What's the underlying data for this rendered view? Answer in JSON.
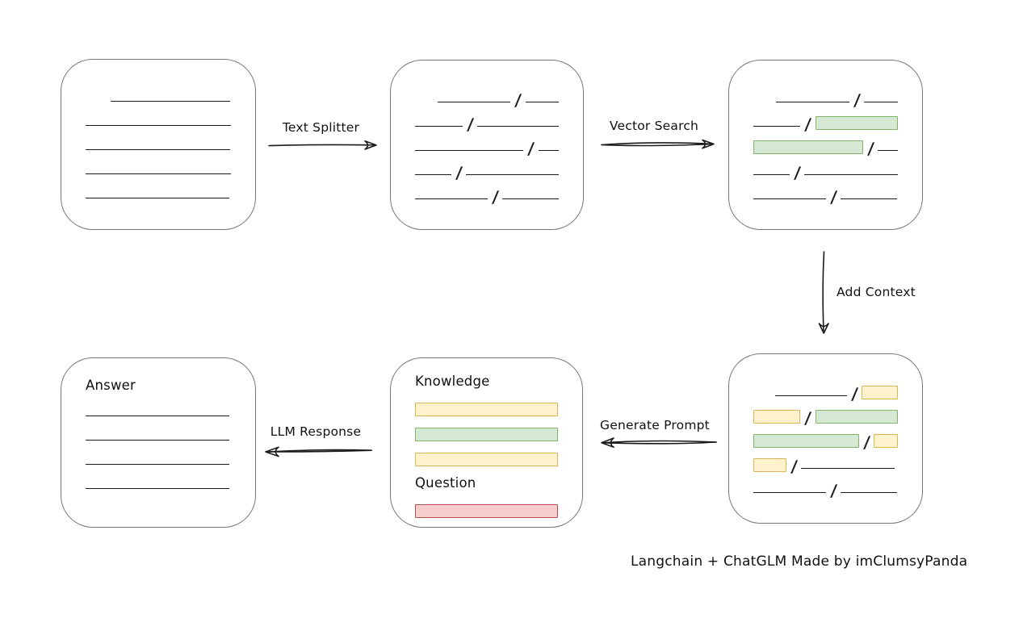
{
  "caption": "Langchain + ChatGLM Made by imClumsyPanda",
  "glyphs": {
    "slash": "/"
  },
  "colors": {
    "canvas_bg": "#ffffff",
    "box_border": "#767676",
    "stroke": "#1b1b1b",
    "green_fill": "#d5e8d4",
    "green_stroke": "#82b366",
    "yellow_fill": "#fff2cc",
    "yellow_stroke": "#d6b656",
    "red_fill": "#f8cecc",
    "red_stroke": "#b85450"
  },
  "arrows": {
    "text_splitter": {
      "label": "Text Splitter",
      "direction": "right"
    },
    "vector_search": {
      "label": "Vector Search",
      "direction": "right"
    },
    "add_context": {
      "label": "Add Context",
      "direction": "down"
    },
    "generate_prompt": {
      "label": "Generate Prompt",
      "direction": "left"
    },
    "llm_response": {
      "label": "LLM Response",
      "direction": "left"
    }
  },
  "boxes": {
    "source_document": {
      "rows": [
        [
          {
            "k": "indent",
            "w": 31
          },
          {
            "k": "line",
            "w": 148
          }
        ],
        [
          {
            "k": "line",
            "w": 180
          }
        ],
        [
          {
            "k": "line",
            "w": 179
          }
        ],
        [
          {
            "k": "line",
            "w": 180
          }
        ],
        [
          {
            "k": "line",
            "w": 178
          }
        ]
      ]
    },
    "split_chunks": {
      "rows": [
        [
          {
            "k": "indent",
            "w": 28
          },
          {
            "k": "line",
            "w": 92
          },
          {
            "k": "slash"
          },
          {
            "k": "line",
            "w": 42
          }
        ],
        [
          {
            "k": "line",
            "w": 60
          },
          {
            "k": "slash"
          },
          {
            "k": "line",
            "w": 103
          }
        ],
        [
          {
            "k": "line",
            "w": 138
          },
          {
            "k": "slash"
          },
          {
            "k": "line",
            "w": 26
          }
        ],
        [
          {
            "k": "line",
            "w": 46
          },
          {
            "k": "slash"
          },
          {
            "k": "line",
            "w": 118
          }
        ],
        [
          {
            "k": "line",
            "w": 90
          },
          {
            "k": "slash"
          },
          {
            "k": "line",
            "w": 70
          }
        ]
      ]
    },
    "matched_chunks": {
      "rows": [
        [
          {
            "k": "indent",
            "w": 28
          },
          {
            "k": "line",
            "w": 92
          },
          {
            "k": "slash"
          },
          {
            "k": "line",
            "w": 42
          }
        ],
        [
          {
            "k": "line",
            "w": 60
          },
          {
            "k": "slash"
          },
          {
            "k": "chunk",
            "c": "green",
            "w": 105
          }
        ],
        [
          {
            "k": "chunk",
            "c": "green",
            "w": 138
          },
          {
            "k": "slash"
          },
          {
            "k": "line",
            "w": 25
          }
        ],
        [
          {
            "k": "line",
            "w": 46
          },
          {
            "k": "slash"
          },
          {
            "k": "line",
            "w": 118
          }
        ],
        [
          {
            "k": "line",
            "w": 90
          },
          {
            "k": "slash"
          },
          {
            "k": "line",
            "w": 70
          }
        ]
      ]
    },
    "context_chunks": {
      "rows": [
        [
          {
            "k": "indent",
            "w": 28
          },
          {
            "k": "line",
            "w": 90
          },
          {
            "k": "slash"
          },
          {
            "k": "chunk",
            "c": "yellow",
            "w": 46
          }
        ],
        [
          {
            "k": "chunk",
            "c": "yellow",
            "w": 60
          },
          {
            "k": "slash"
          },
          {
            "k": "chunk",
            "c": "green",
            "w": 105
          }
        ],
        [
          {
            "k": "chunk",
            "c": "green",
            "w": 138
          },
          {
            "k": "slash"
          },
          {
            "k": "chunk",
            "c": "yellow",
            "w": 31
          }
        ],
        [
          {
            "k": "chunk",
            "c": "yellow",
            "w": 41
          },
          {
            "k": "slash"
          },
          {
            "k": "line",
            "w": 116
          }
        ],
        [
          {
            "k": "line",
            "w": 90
          },
          {
            "k": "slash"
          },
          {
            "k": "line",
            "w": 70
          }
        ]
      ]
    },
    "prompt": {
      "rows": [
        [
          {
            "k": "label",
            "text": "Knowledge"
          }
        ],
        [
          {
            "k": "chunk",
            "c": "yellow",
            "w": 181
          }
        ],
        [
          {
            "k": "chunk",
            "c": "green",
            "w": 179
          }
        ],
        [
          {
            "k": "chunk",
            "c": "yellow",
            "w": 179
          }
        ],
        [
          {
            "k": "label",
            "text": "Question"
          }
        ],
        [
          {
            "k": "chunk",
            "c": "red",
            "w": 180
          }
        ]
      ]
    },
    "answer": {
      "rows": [
        [
          {
            "k": "label",
            "text": "Answer"
          }
        ],
        [
          {
            "k": "line",
            "w": 178
          }
        ],
        [
          {
            "k": "line",
            "w": 178
          }
        ],
        [
          {
            "k": "line",
            "w": 178
          }
        ],
        [
          {
            "k": "line",
            "w": 178
          }
        ]
      ]
    }
  }
}
